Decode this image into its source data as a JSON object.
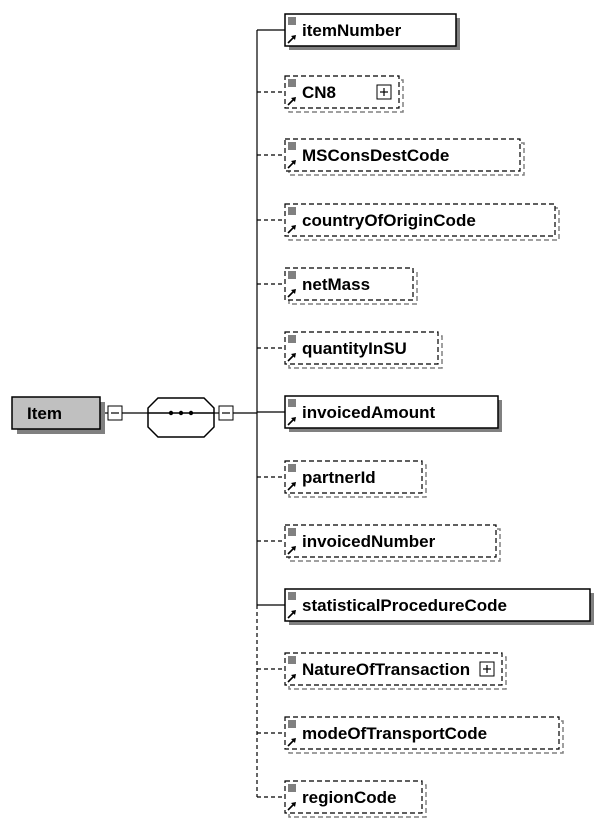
{
  "root": {
    "label": "Item",
    "box_fill": "#c0c0c0",
    "collapse_symbol": "minus"
  },
  "compositor": {
    "kind": "sequence",
    "collapse_symbol": "minus"
  },
  "elements": [
    {
      "label": "itemNumber",
      "required": true,
      "expandable": false
    },
    {
      "label": "CN8",
      "required": false,
      "expandable": true
    },
    {
      "label": "MSConsDestCode",
      "required": false,
      "expandable": false
    },
    {
      "label": "countryOfOriginCode",
      "required": false,
      "expandable": false
    },
    {
      "label": "netMass",
      "required": false,
      "expandable": false
    },
    {
      "label": "quantityInSU",
      "required": false,
      "expandable": false
    },
    {
      "label": "invoicedAmount",
      "required": true,
      "expandable": false
    },
    {
      "label": "partnerId",
      "required": false,
      "expandable": false
    },
    {
      "label": "invoicedNumber",
      "required": false,
      "expandable": false
    },
    {
      "label": "statisticalProcedureCode",
      "required": true,
      "expandable": false
    },
    {
      "label": "NatureOfTransaction",
      "required": false,
      "expandable": true
    },
    {
      "label": "modeOfTransportCode",
      "required": false,
      "expandable": false
    },
    {
      "label": "regionCode",
      "required": false,
      "expandable": false
    }
  ],
  "colors": {
    "line": "#000000",
    "box_fill": "#ffffff",
    "shadow": "#808080",
    "root_fill": "#c0c0c0"
  }
}
